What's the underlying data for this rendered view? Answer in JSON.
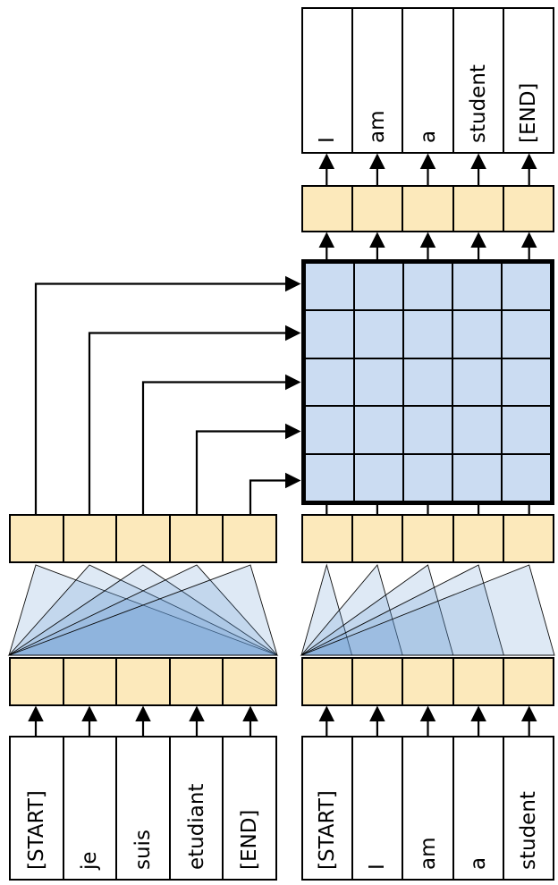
{
  "diagram": {
    "kind": "sequence-to-sequence attention architecture",
    "orientation": "rotated-90-ccw"
  },
  "encoder": {
    "input_tokens": [
      "[START]",
      "je",
      "suis",
      "etudiant",
      "[END]"
    ]
  },
  "decoder": {
    "input_tokens": [
      "[START]",
      "I",
      "am",
      "a",
      "student"
    ],
    "output_tokens": [
      "I",
      "am",
      "a",
      "student",
      "[END]"
    ]
  },
  "attention_grid": {
    "rows": 5,
    "cols": 5
  },
  "colors": {
    "background": "#ffffff",
    "cell_tan": "#fce9bb",
    "grid_blue": "#cbdcf2",
    "fan_blue": "#5b8fce",
    "line": "#000000"
  }
}
